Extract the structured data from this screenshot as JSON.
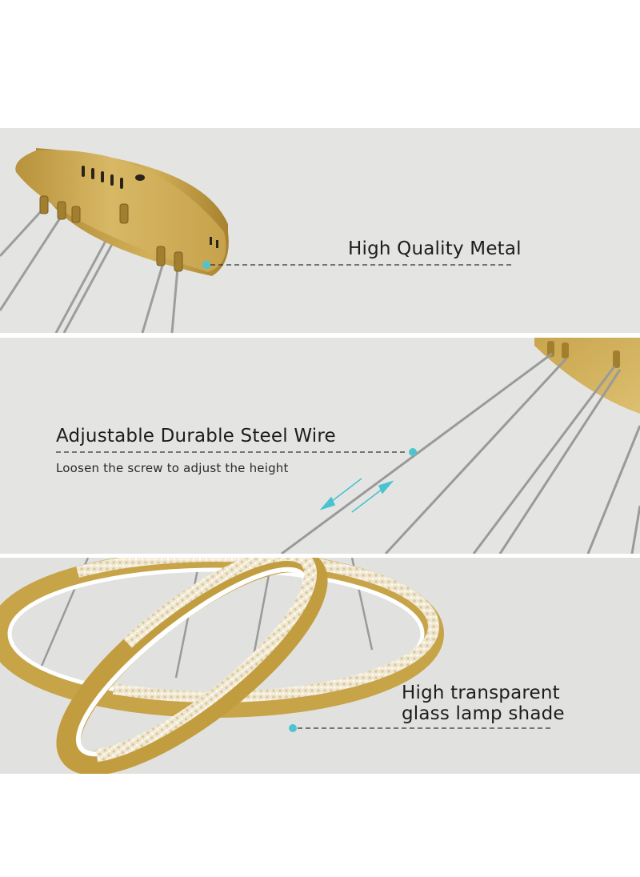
{
  "features": [
    {
      "title": "High Quality Metal"
    },
    {
      "title": "Adjustable Durable Steel Wire",
      "subtitle": "Loosen the screw to adjust the height"
    },
    {
      "title_line1": "High transparent",
      "title_line2": "glass lamp shade"
    }
  ],
  "colors": {
    "panel_background": "#e4e5e3",
    "gold": "#c9a64a",
    "accent_dot": "#4fc3cf",
    "wire": "#9a9a9a",
    "text": "#1d1d1d"
  },
  "icons": [
    "canopy-illustration",
    "wire-illustration",
    "adjust-arrows-icon",
    "ring-illustration"
  ]
}
